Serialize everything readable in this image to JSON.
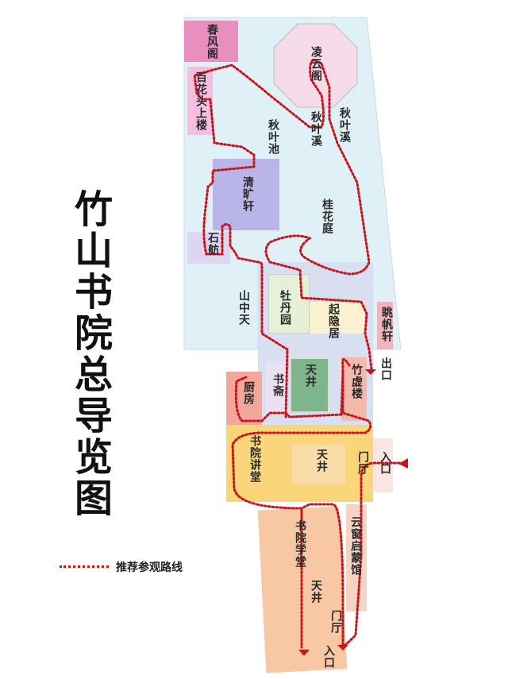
{
  "title": "竹山书院总导览图",
  "legend": {
    "label": "推荐参观路线"
  },
  "colors": {
    "route": "#c4161c",
    "garden": "#dff0f6",
    "pink": "#e98fc0",
    "purple": "#b9b5e8",
    "yellow": "#fbd57a",
    "orange": "#f8c7a3",
    "salmon": "#f3a79b",
    "green": "#7fb58a"
  },
  "places": {
    "chunfengge": "春风阁",
    "baihua": "百花头上楼",
    "lingyunge": "凌云阁",
    "qiuyexi1": "秋叶溪",
    "qiuyexi2": "秋叶溪",
    "qiuyechi": "秋叶池",
    "qingkuangxuan": "清旷轩",
    "shifang": "石舫",
    "guihuating": "桂花庭",
    "shanzhongtian": "山中天",
    "mudanyuan": "牡丹园",
    "qiyinju": "起隐居",
    "tiaofanxuan": "眺帆轩",
    "chukou": "出口",
    "chufang": "厨房",
    "shuzhai": "书斋",
    "tianjing1": "天井",
    "zhuxulou": "竹虚楼",
    "jiangtang": "书院讲堂",
    "tianjing2": "天井",
    "menting1": "门厅",
    "rukou1": "入口",
    "yunchuang": "云窗启蒙馆",
    "xuetang": "书院学堂",
    "tianjing3": "天井",
    "menting2": "门厅",
    "rukou2": "入口"
  }
}
